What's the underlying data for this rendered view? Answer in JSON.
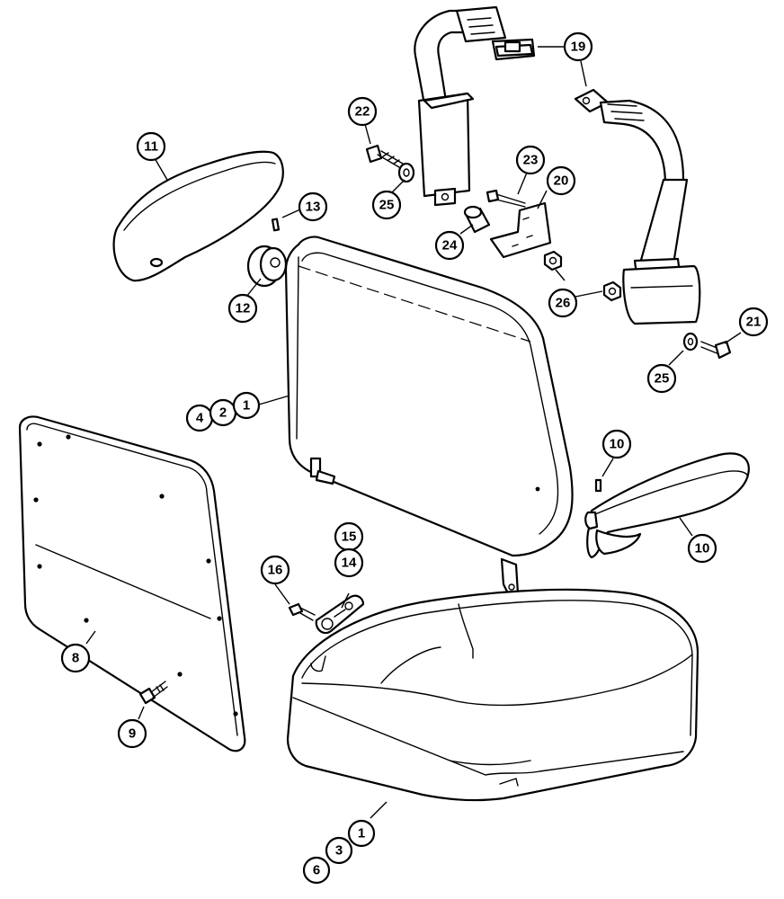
{
  "callouts": {
    "c1_back": "1",
    "c2": "2",
    "c4": "4",
    "c1_seat": "1",
    "c3": "3",
    "c6": "6",
    "c8": "8",
    "c9": "9",
    "c10_pin": "10",
    "c10_arm": "10",
    "c11": "11",
    "c12": "12",
    "c13": "13",
    "c14": "14",
    "c15": "15",
    "c16": "16",
    "c19": "19",
    "c20": "20",
    "c21": "21",
    "c22": "22",
    "c23": "23",
    "c24": "24",
    "c25_left": "25",
    "c25_right": "25",
    "c26": "26"
  }
}
